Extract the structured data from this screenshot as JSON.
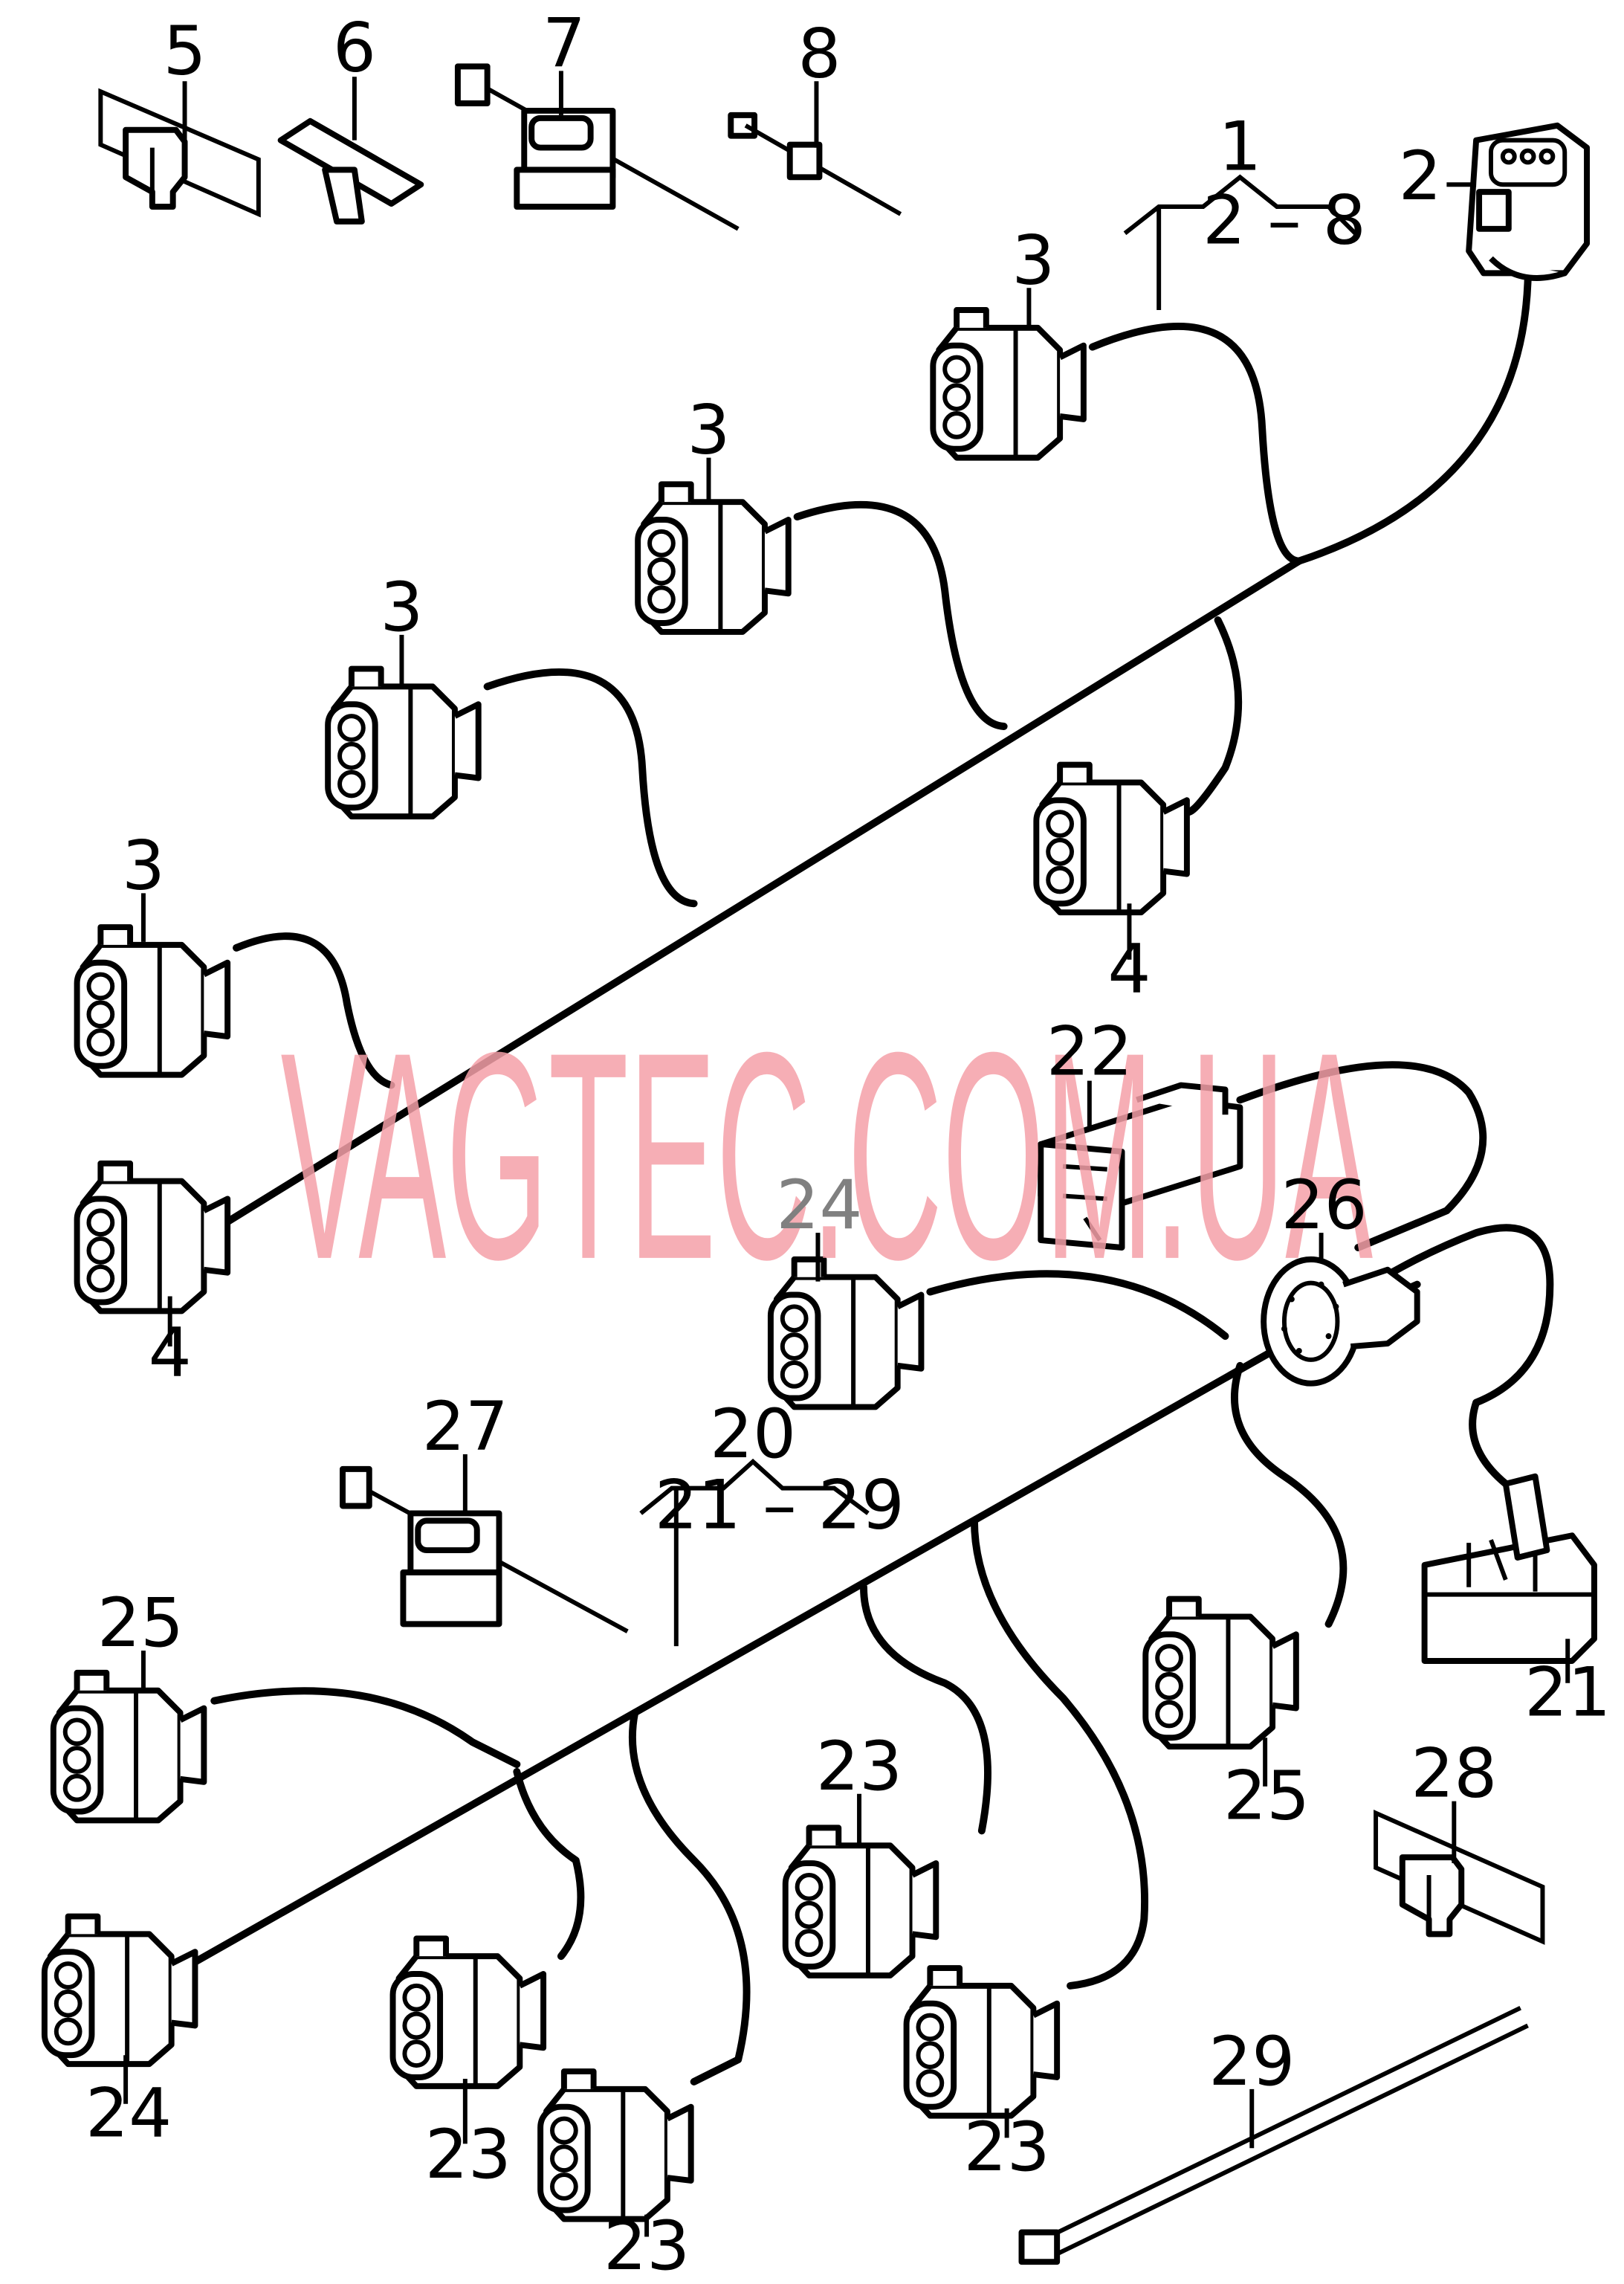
{
  "callouts": {
    "c1": "1",
    "c1_range": "2 – 8",
    "c2": "2",
    "c3a": "3",
    "c3b": "3",
    "c3c": "3",
    "c3d": "3",
    "c4a": "4",
    "c4b": "4",
    "c5": "5",
    "c6": "6",
    "c7": "7",
    "c8": "8",
    "c20": "20",
    "c20_range": "21 – 29",
    "c21": "21",
    "c22": "22",
    "c23a": "23",
    "c23b": "23",
    "c23c": "23",
    "c23d": "23",
    "c24a": "24",
    "c24b": "24",
    "c25a": "25",
    "c25b": "25",
    "c26": "26",
    "c27": "27",
    "c28": "28",
    "c29": "29"
  },
  "watermark": "VAGTEC.COM.UA",
  "colors": {
    "line": "#000000",
    "watermark": "#f4a0a8",
    "grey_label": "#808080",
    "background": "#ffffff"
  }
}
